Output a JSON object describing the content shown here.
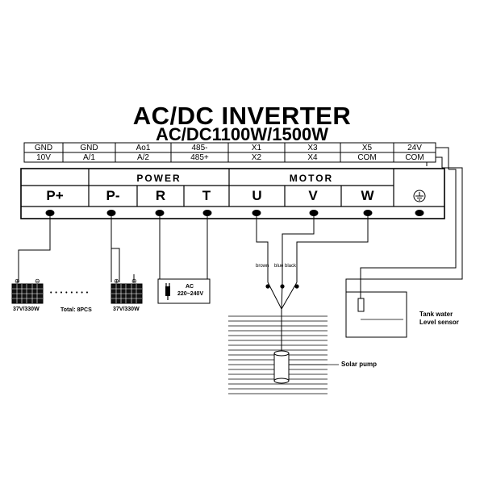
{
  "title": "AC/DC INVERTER",
  "subtitle": "AC/DC1100W/1500W",
  "signal_row_top": [
    "GND",
    "GND",
    "Ao1",
    "485-",
    "X1",
    "X3",
    "X5",
    "24V"
  ],
  "signal_row_bottom": [
    "10V",
    "A/1",
    "A/2",
    "485+",
    "X2",
    "X4",
    "COM",
    "COM"
  ],
  "sections": {
    "power": "POWER",
    "motor": "MOTOR"
  },
  "terminals": [
    "P+",
    "P-",
    "R",
    "T",
    "U",
    "V",
    "W"
  ],
  "ground_icon": "earth-ground-icon",
  "solar_panel": {
    "left_label": "37V/330W",
    "right_label": "37V/330W",
    "dots": "• • • • • • • •",
    "total": "Total: 8PCS"
  },
  "ac_source": {
    "label_1": "AC",
    "label_2": "220~240V",
    "icon": "plug-icon"
  },
  "wires": [
    "brown",
    "blue",
    "black"
  ],
  "pump_label": "Solar pump",
  "sensor_label": {
    "line1": "Tank water",
    "line2": "Level sensor"
  }
}
